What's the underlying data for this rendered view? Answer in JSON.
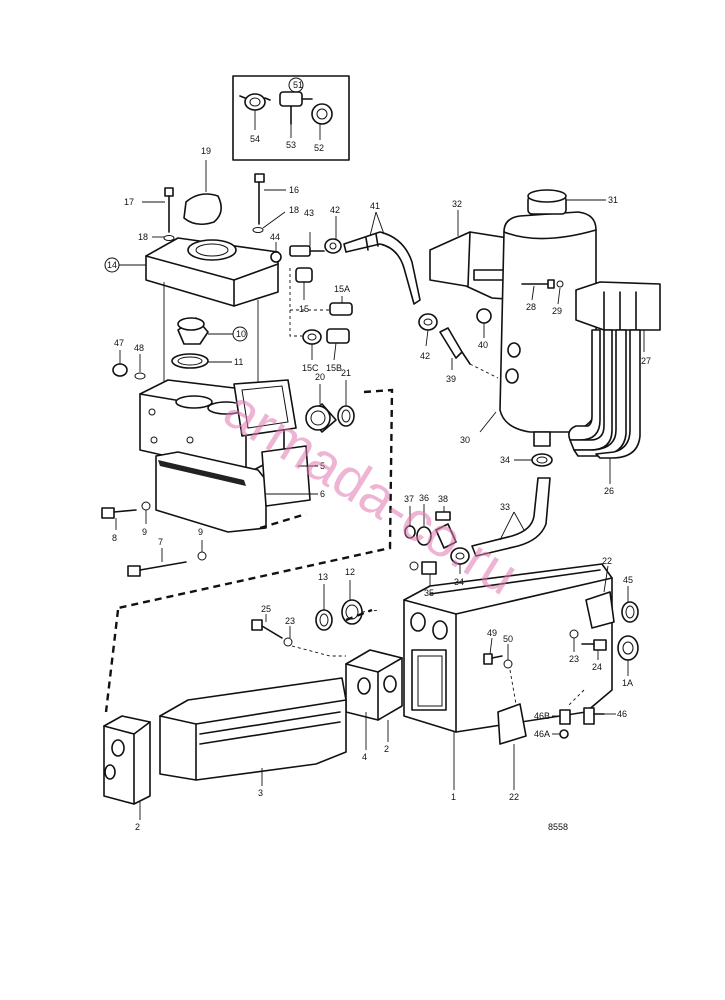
{
  "diagram": {
    "drawing_number": "8558",
    "watermark": "armada-co.ru",
    "labels": {
      "l51": "51",
      "l54": "54",
      "l53": "53",
      "l52": "52",
      "l19": "19",
      "l17": "17",
      "l16": "16",
      "l18a": "18",
      "l18b": "18",
      "l14": "14",
      "l44": "44",
      "l43": "43",
      "l42a": "42",
      "l41": "41",
      "l32": "32",
      "l31": "31",
      "l15": "15",
      "l15A": "15A",
      "l10": "10",
      "l11": "11",
      "l47": "47",
      "l48a": "48",
      "l15C": "15C",
      "l15B": "15B",
      "l20": "20",
      "l21": "21",
      "l42b": "42",
      "l39": "39",
      "l40": "40",
      "l28": "28",
      "l29": "29",
      "l27": "27",
      "l30": "30",
      "l34a": "34",
      "l26": "26",
      "l5": "5",
      "l6": "6",
      "l8": "8",
      "l9a": "9",
      "l7": "7",
      "l9b": "9",
      "l37": "37",
      "l36": "36",
      "l38": "38",
      "l33": "33",
      "l35": "35",
      "l34b": "34",
      "l13": "13",
      "l12": "12",
      "l22a": "22",
      "l45": "45",
      "l25": "25",
      "l23a": "23",
      "l49": "49",
      "l50": "50",
      "l23b": "23",
      "l24": "24",
      "l1A": "1A",
      "l46B": "46B",
      "l46": "46",
      "l46A": "46A",
      "l2a": "2",
      "l4": "4",
      "l2b": "2",
      "l3": "3",
      "l1": "1",
      "l22b": "22"
    }
  }
}
